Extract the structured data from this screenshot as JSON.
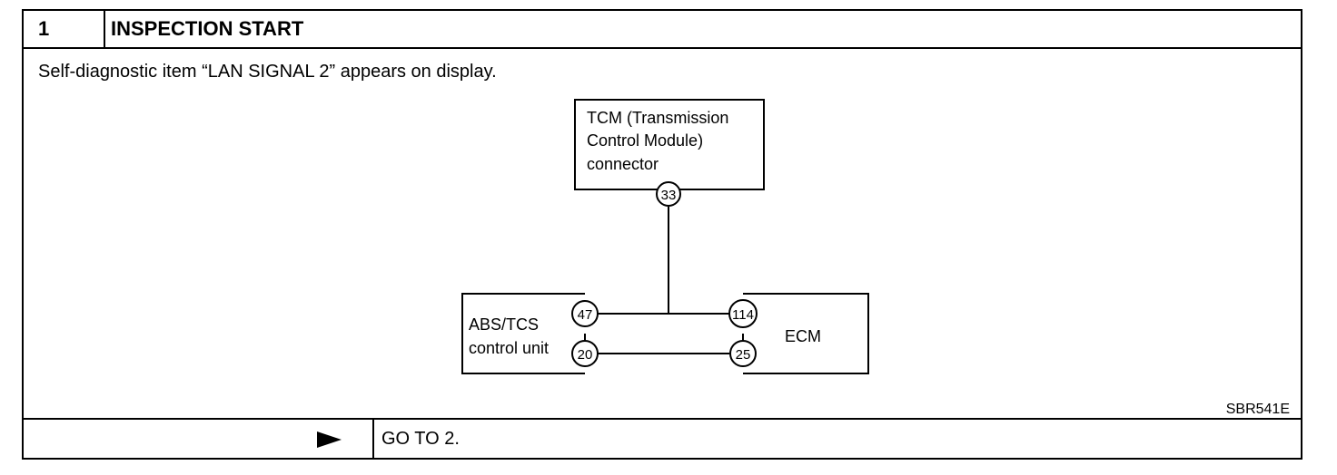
{
  "step": {
    "number": "1",
    "title": "INSPECTION START"
  },
  "description": "Self-diagnostic item “LAN SIGNAL 2” appears on display.",
  "diagram": {
    "tcm": {
      "lines": [
        "TCM (Transmission",
        "Control Module)",
        "connector"
      ],
      "pin": "33"
    },
    "abs": {
      "lines": [
        "ABS/TCS",
        "control unit"
      ],
      "pins": [
        "47",
        "20"
      ]
    },
    "ecm": {
      "label": "ECM",
      "pins": [
        "114",
        "25"
      ]
    },
    "figure_code": "SBR541E"
  },
  "footer": {
    "arrow_icon": "right-triangle-icon",
    "next_step": "GO TO 2."
  }
}
